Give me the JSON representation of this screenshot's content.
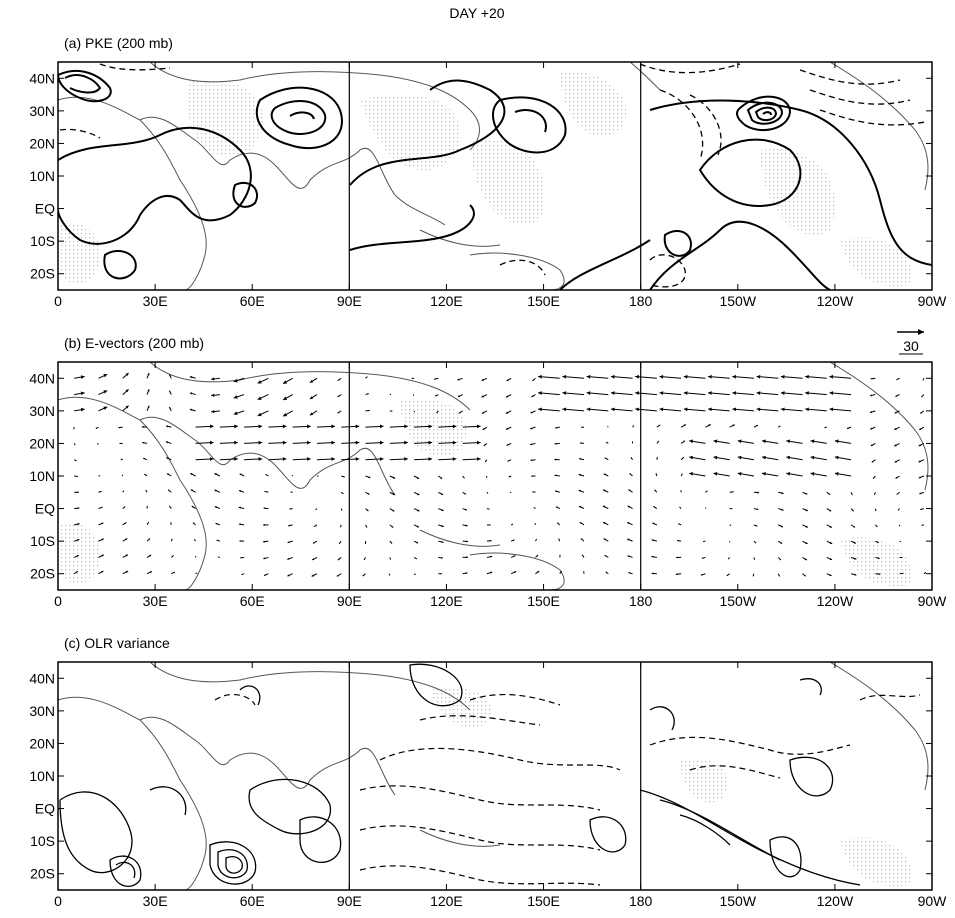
{
  "figure": {
    "title": "DAY +20",
    "tick_labels_x": [
      "0",
      "30E",
      "60E",
      "90E",
      "120E",
      "150E",
      "180",
      "150W",
      "120W",
      "90W"
    ],
    "tick_labels_y": [
      "40N",
      "30N",
      "20N",
      "10N",
      "EQ",
      "10S",
      "20S"
    ],
    "x_lon": [
      0,
      30,
      60,
      90,
      120,
      150,
      180,
      210,
      240,
      270
    ],
    "y_lat": [
      40,
      30,
      20,
      10,
      0,
      -10,
      -20
    ],
    "xlim": [
      0,
      270
    ],
    "ylim": [
      -25,
      45
    ],
    "panels": [
      {
        "label": "(a) PKE (200 mb)",
        "kind": "contour"
      },
      {
        "label": "(b) E-vectors (200 mb)",
        "kind": "vectors",
        "ref_vector": "30"
      },
      {
        "label": "(c) OLR variance",
        "kind": "contour"
      }
    ]
  },
  "colors": {
    "ink": "#000000",
    "coast": "#555555",
    "stipple": "#b9b9b9"
  }
}
